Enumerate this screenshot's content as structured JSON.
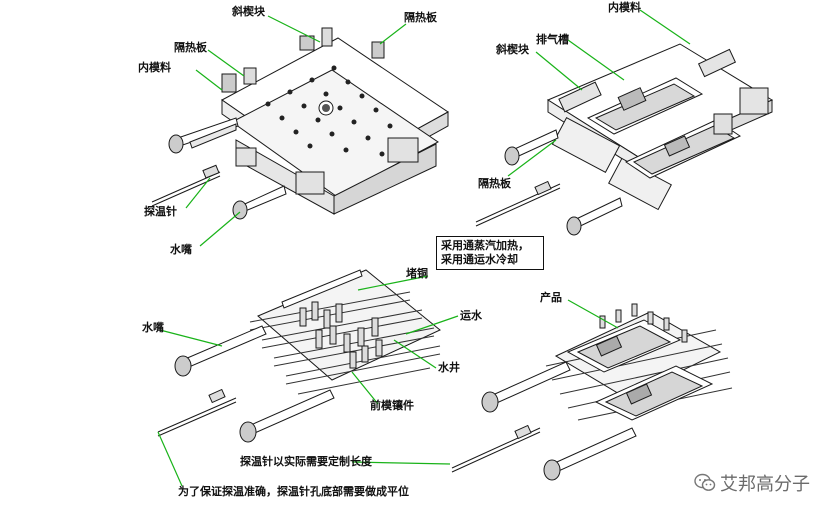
{
  "labels": {
    "top_left": {
      "wedge_block": "斜楔块",
      "insulation_board_right": "隔热板",
      "insulation_board_left": "隔热板",
      "inner_mold_material": "内模料",
      "temp_probe": "探温针",
      "water_nozzle": "水嘴"
    },
    "top_right": {
      "inner_mold_material": "内模料",
      "exhaust_groove": "排气槽",
      "wedge_block": "斜楔块",
      "insulation_board": "隔热板",
      "note": "采用通蒸汽加热，采用通运水冷却"
    },
    "bottom_left": {
      "copper_plug": "堵铜",
      "water_nozzle": "水嘴",
      "water_channel": "运水",
      "water_well": "水井",
      "front_mold_insert": "前模镶件"
    },
    "bottom_right": {
      "product": "产品"
    },
    "bottom_notes": {
      "probe_length": "探温针以实际需要定制长度",
      "probe_hole": "为了保证探温准确，探温针孔底部需要做成平位"
    }
  },
  "watermark": {
    "text": "艾邦高分子",
    "icon": "wechat-icon"
  },
  "colors": {
    "leader": "#19b319",
    "line": "#1a1a1a"
  }
}
